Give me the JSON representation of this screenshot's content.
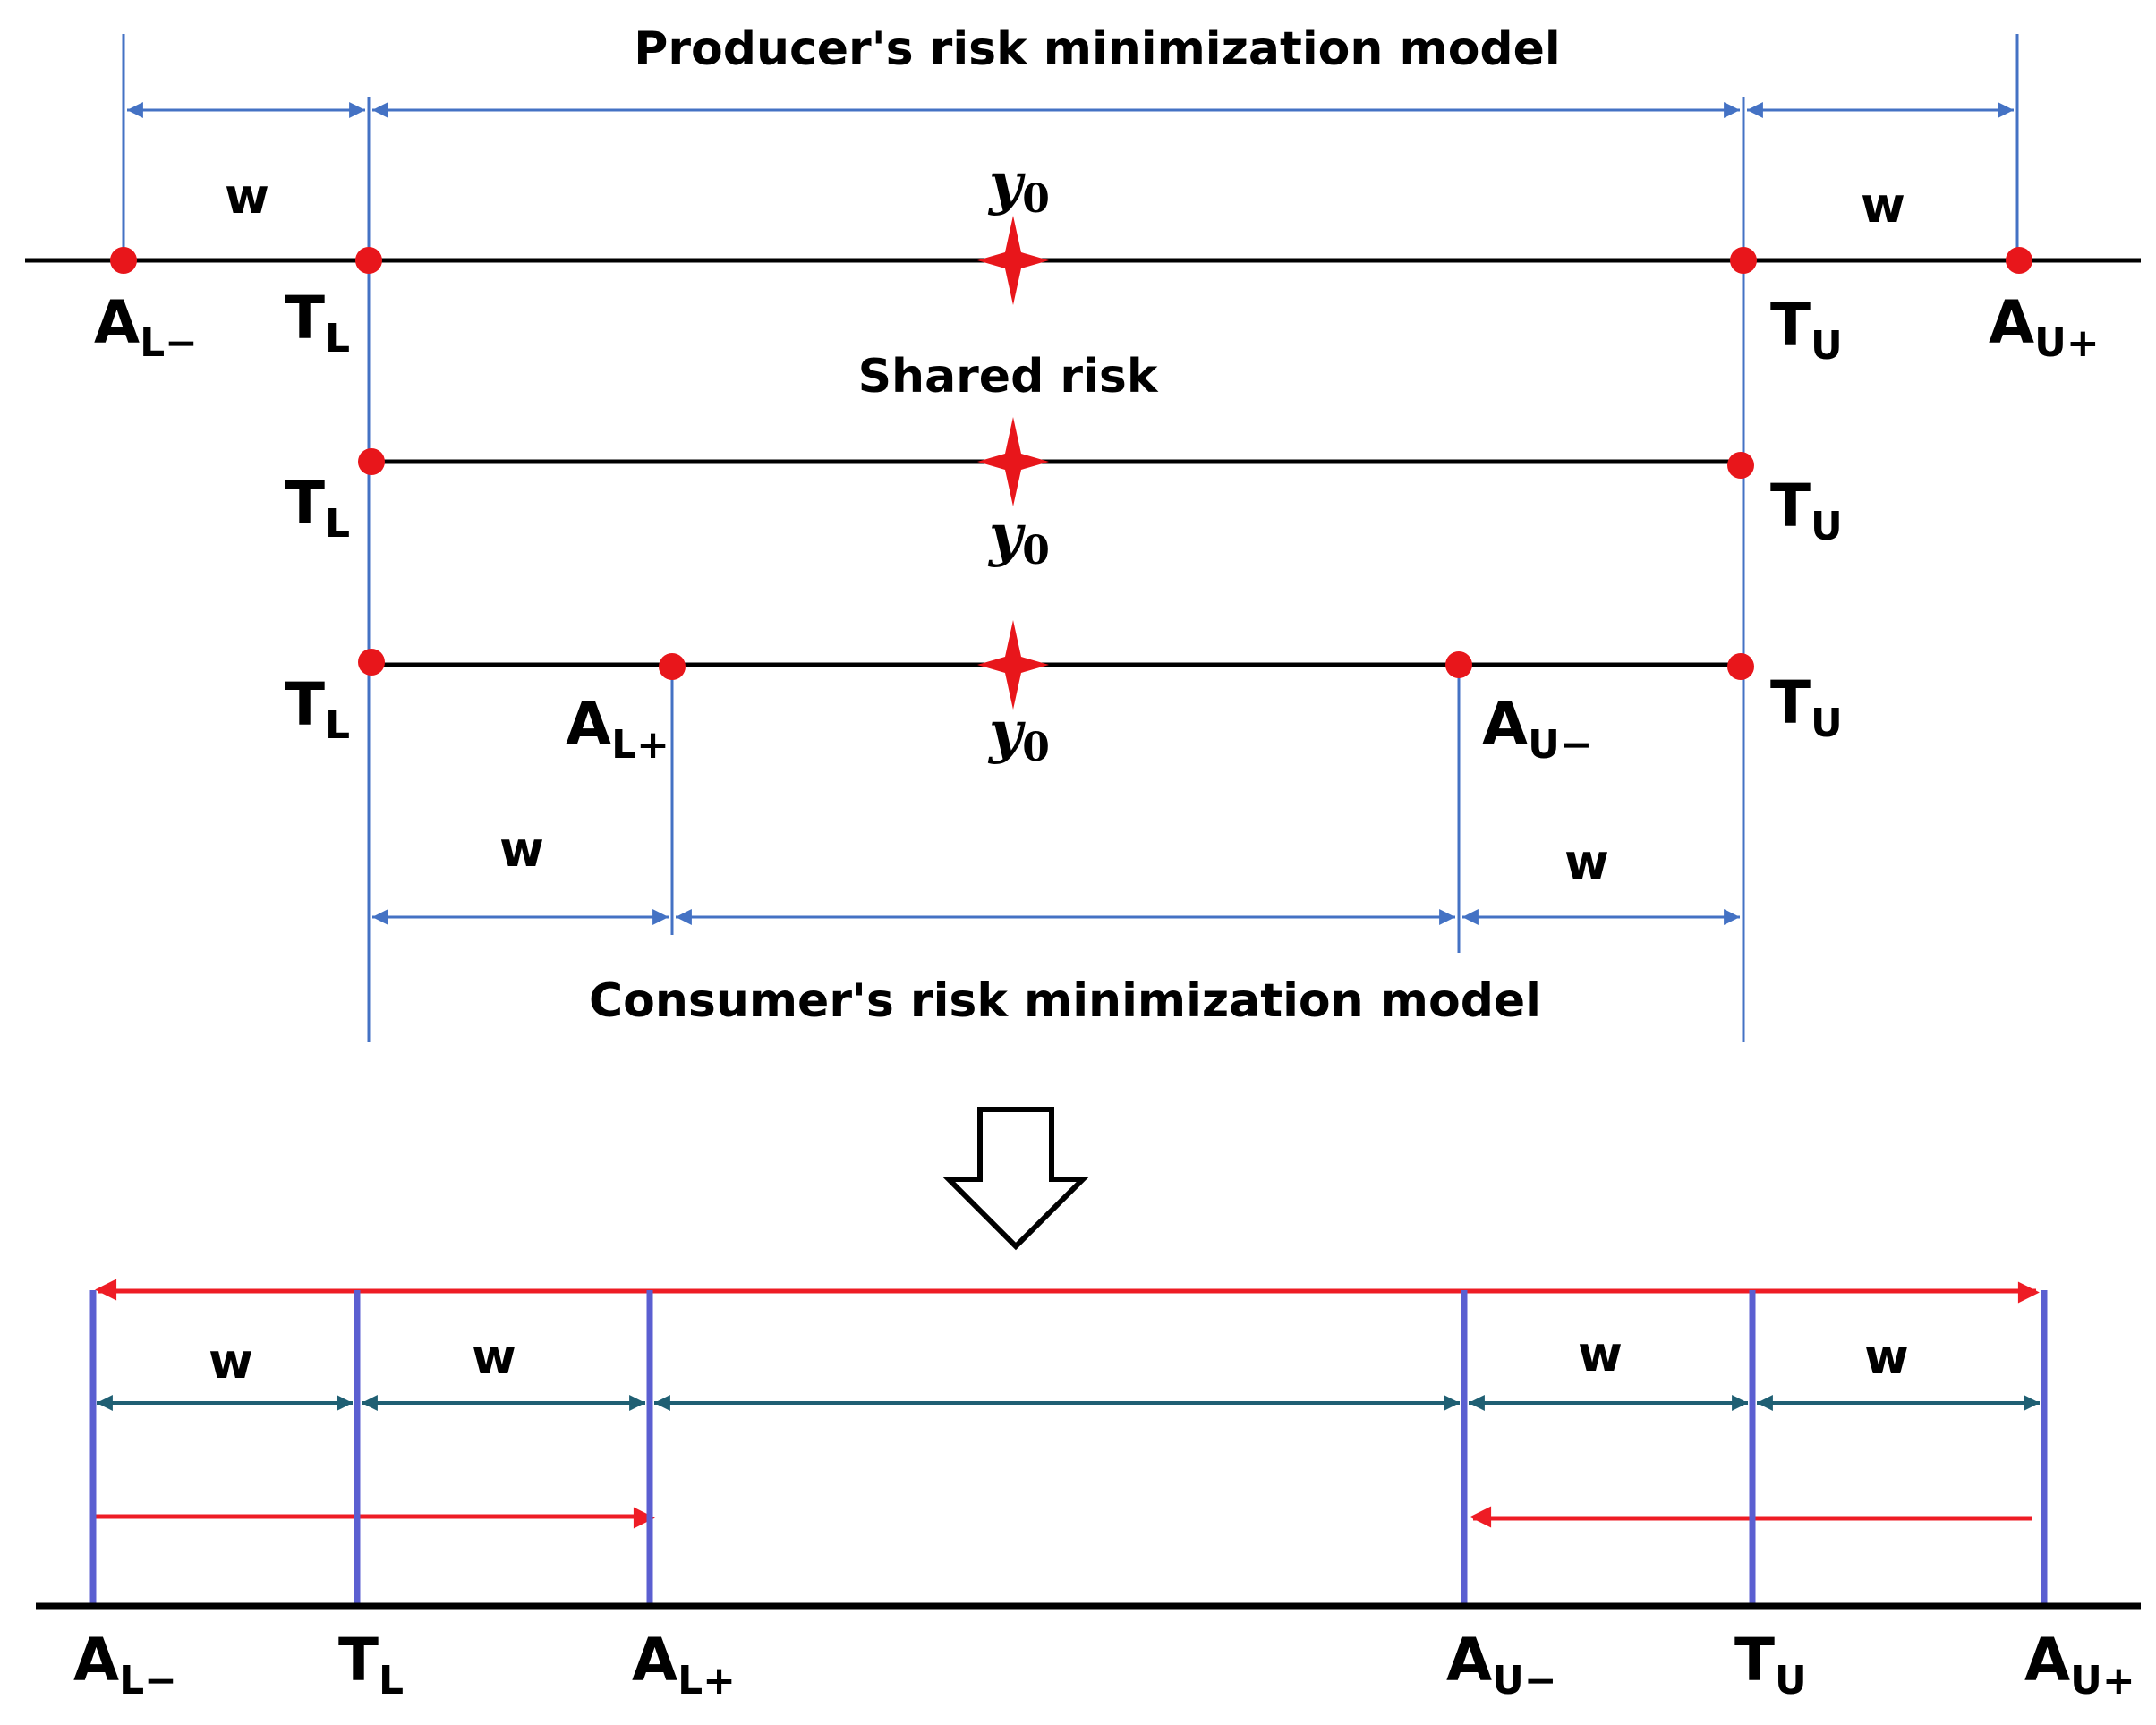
{
  "titles": {
    "producer": "Producer's risk minimization model",
    "shared": "Shared risk",
    "consumer": "Consumer's risk minimization model"
  },
  "width_symbol": "w",
  "target_symbol": {
    "base": "y",
    "sub": "0"
  },
  "points": {
    "A_L_minus": {
      "base": "A",
      "sub": "L−"
    },
    "T_L": {
      "base": "T",
      "sub": "L"
    },
    "A_L_plus": {
      "base": "A",
      "sub": "L+"
    },
    "A_U_minus": {
      "base": "A",
      "sub": "U−"
    },
    "T_U": {
      "base": "T",
      "sub": "U"
    },
    "A_U_plus": {
      "base": "A",
      "sub": "U+"
    }
  },
  "colors": {
    "axis": "#000000",
    "marker": "#e8161b",
    "dimension": "#4472c4",
    "bar": "#5b5fd1",
    "span": "#ee1c25",
    "inner_dimension": "#1f5f73"
  }
}
